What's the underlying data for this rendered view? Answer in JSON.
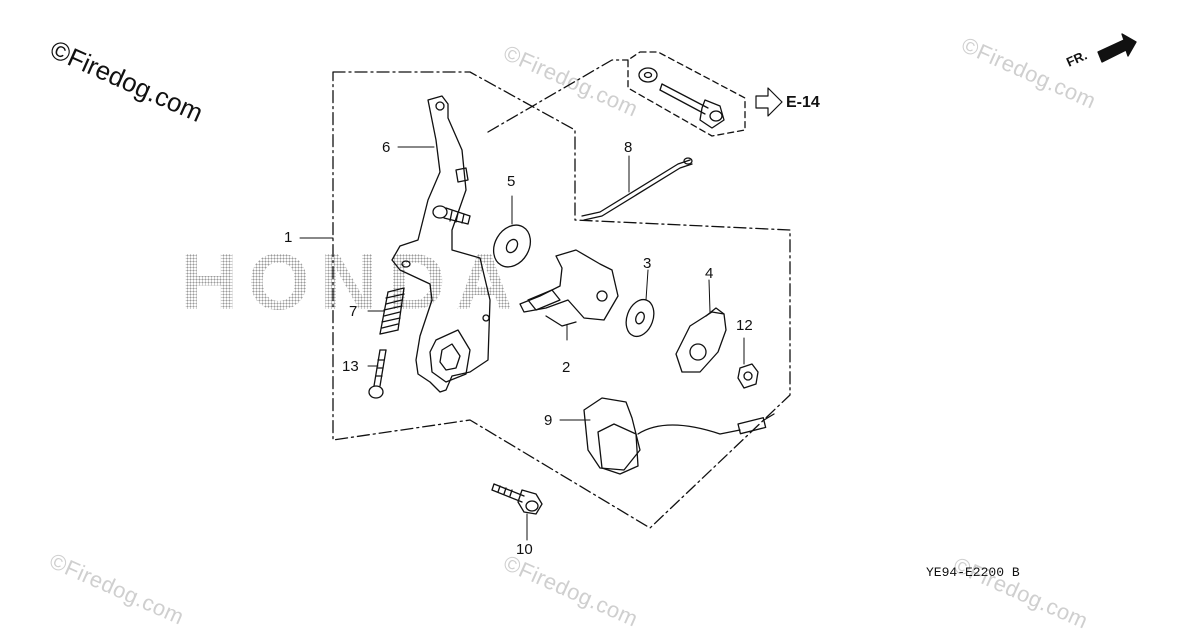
{
  "watermark": {
    "main": "©Firedog.com",
    "faint": "©Firedog.com"
  },
  "brand_background_text": "HONDA",
  "reference": {
    "label": "E-14"
  },
  "direction": {
    "label": "FR."
  },
  "diagram_code": "YE94-E2200 B",
  "callouts": [
    "1",
    "2",
    "3",
    "4",
    "5",
    "6",
    "7",
    "8",
    "9",
    "10",
    "12",
    "13"
  ],
  "colors": {
    "line": "#111111",
    "watermark": "#cfcfcf",
    "background": "#ffffff"
  }
}
